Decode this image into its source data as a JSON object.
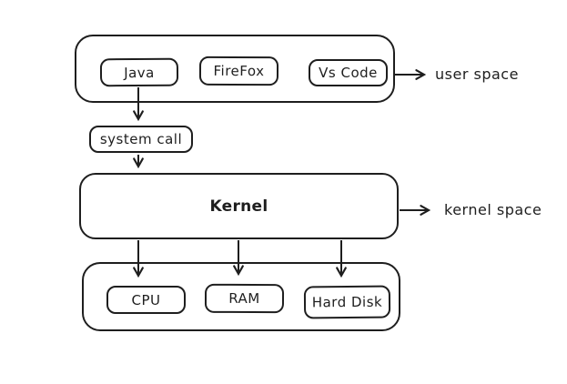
{
  "canvas": {
    "background": "#ffffff",
    "stroke_color": "#1e1e1e"
  },
  "diagram": {
    "user_space": {
      "annotation": "user space",
      "apps": [
        {
          "label": "Java"
        },
        {
          "label": "FireFox"
        },
        {
          "label": "Vs Code"
        }
      ]
    },
    "system_call": {
      "label": "system call"
    },
    "kernel": {
      "label": "Kernel",
      "annotation": "kernel space"
    },
    "hardware": {
      "devices": [
        {
          "label": "CPU"
        },
        {
          "label": "RAM"
        },
        {
          "label": "Hard Disk"
        }
      ]
    },
    "arrows": [
      {
        "name": "java-to-system-call"
      },
      {
        "name": "system-call-to-kernel"
      },
      {
        "name": "kernel-to-cpu"
      },
      {
        "name": "kernel-to-ram"
      },
      {
        "name": "kernel-to-hard-disk"
      },
      {
        "name": "user-space-pointer"
      },
      {
        "name": "kernel-space-pointer"
      }
    ]
  }
}
